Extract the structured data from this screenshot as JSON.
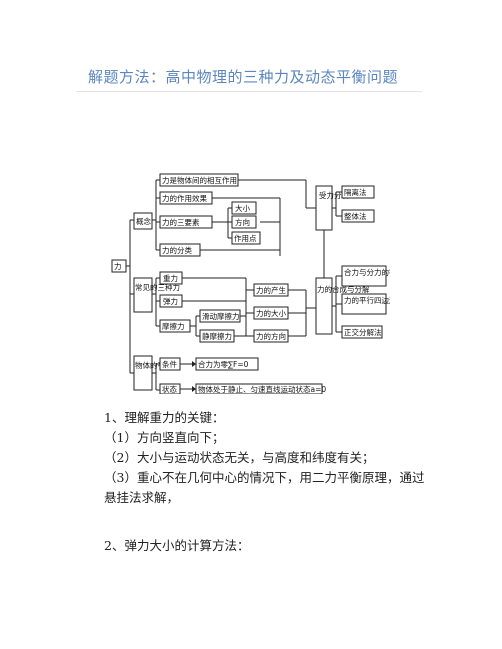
{
  "title": "解题方法：高中物理的三种力及动态平衡问题",
  "diagram": {
    "root": "力",
    "groups": [
      "概念",
      "常见的三种力",
      "物体的平衡"
    ],
    "concept_items": [
      "力是物体间的相互作用",
      "力的作用效果",
      "力的三要素",
      "力的分类"
    ],
    "three_elements": [
      "大小",
      "方向",
      "作用点"
    ],
    "force_types": [
      "重力",
      "弹力",
      "摩擦力"
    ],
    "friction_types": [
      "滑动摩擦力",
      "静摩擦力"
    ],
    "force_props": [
      "力的产生",
      "力的大小",
      "力的方向"
    ],
    "equilibrium": [
      "条件",
      "状态"
    ],
    "equilibrium_texts": [
      "合力为零∑F=0",
      "物体处于静止、匀速直线运动状态a=0"
    ],
    "analysis": [
      "受力分析",
      "力的合成与分解"
    ],
    "analysis_methods": [
      "隔离法",
      "整体法"
    ],
    "composition_methods": [
      "合力与分力的等效关系",
      "力的平行四边形定则",
      "正交分解法"
    ]
  },
  "content": {
    "h1": "1、理解重力的关键：",
    "p1": "（1）方向竖直向下；",
    "p2": "（2）大小与运动状态无关，与高度和纬度有关；",
    "p3": "（3）重心不在几何中心的情况下，用二力平衡原理，通过悬挂法求解，",
    "h2": "2、弹力大小的计算方法："
  }
}
